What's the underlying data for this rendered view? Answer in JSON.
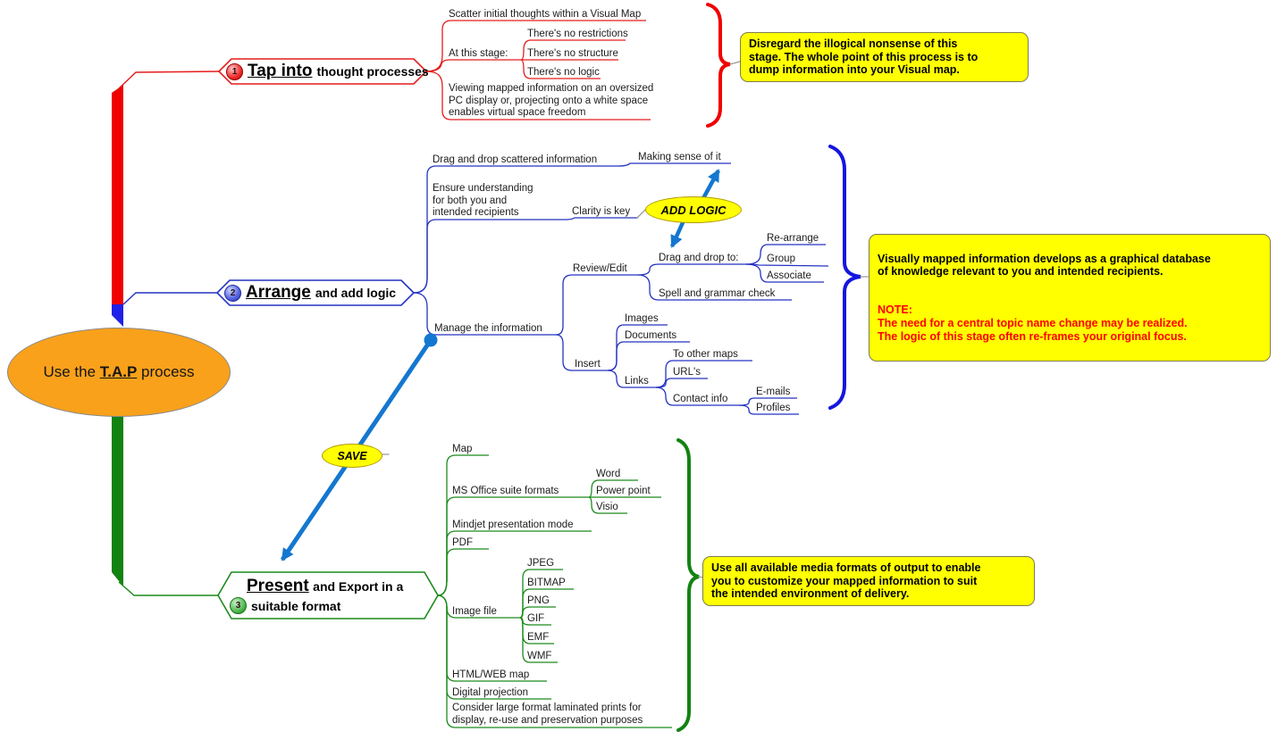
{
  "colors": {
    "tap_branch": "#e51c1c",
    "arrange_branch": "#2433c0",
    "present_branch": "#1c8a1c",
    "spine_red": "#f00000",
    "spine_blue": "#2020e8",
    "spine_green": "#128312",
    "arrow_blue": "#1477d0",
    "central_fill": "#f9a11b",
    "note_fill": "#ffff00",
    "note_red_text": "#ff0000"
  },
  "central": {
    "prefix": "Use the ",
    "emph": "T.A.P",
    "suffix": " process"
  },
  "tap": {
    "number": "1",
    "title": "Tap into",
    "subtitle": "thought processes",
    "children": {
      "scatter": "Scatter initial thoughts within a Visual Map",
      "at_this_stage": "At this stage:",
      "no_restrictions": "There's no restrictions",
      "no_structure": "There's no structure",
      "no_logic": "There's no logic",
      "viewing": "Viewing mapped information on an oversized\nPC display or, projecting onto a white space\nenables virtual space freedom"
    },
    "note": "Disregard the illogical nonsense of this\nstage.  The whole point of this process is to\ndump information into your Visual map."
  },
  "arrange": {
    "number": "2",
    "title": "Arrange",
    "subtitle": "and add logic",
    "children": {
      "drag_scattered": "Drag and drop scattered information",
      "making_sense": "Making sense of it",
      "ensure": "Ensure understanding\nfor both you and\nintended recipients",
      "clarity": "Clarity is key",
      "manage": "Manage the information",
      "review_edit": "Review/Edit",
      "drag_drop_to": "Drag and drop to:",
      "re_arrange": "Re-arrange",
      "group": "Group",
      "associate": "Associate",
      "spell": "Spell and grammar check",
      "insert": "Insert",
      "images": "Images",
      "documents": "Documents",
      "links": "Links",
      "to_other_maps": "To other maps",
      "urls": "URL's",
      "contact_info": "Contact info",
      "emails": "E-mails",
      "profiles": "Profiles"
    },
    "callout": "ADD LOGIC",
    "note_black": "Visually mapped information develops as a graphical database\nof knowledge relevant to you and intended recipients.",
    "note_red": "NOTE:\nThe need for a central topic name change may be realized.\nThe logic of this stage often re-frames your original focus."
  },
  "present": {
    "number": "3",
    "title": "Present",
    "subtitle": "and Export in a",
    "subtitle2": "suitable format",
    "children": {
      "map": "Map",
      "ms_office": "MS Office suite formats",
      "word": "Word",
      "power_point": "Power point",
      "visio": "Visio",
      "mindjet": "Mindjet presentation mode",
      "pdf": "PDF",
      "image_file": "Image file",
      "jpeg": "JPEG",
      "bitmap": "BITMAP",
      "png": "PNG",
      "gif": "GIF",
      "emf": "EMF",
      "wmf": "WMF",
      "html_web": "HTML/WEB map",
      "digital": "Digital  projection",
      "consider": "Consider large format laminated prints for\ndisplay, re-use and preservation purposes"
    },
    "callout": "SAVE",
    "note": "Use all available media formats of output to enable\nyou to customize your mapped information to suit\nthe intended environment of delivery."
  }
}
